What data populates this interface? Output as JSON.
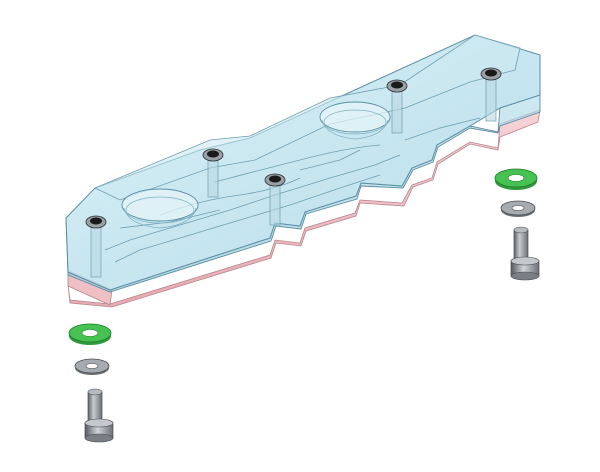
{
  "figure": {
    "kind": "exploded-assembly-render",
    "background_color": "#ffffff",
    "colors": {
      "housing_glass": "#bfe3ee",
      "housing_glass_dark": "#9fcfe0",
      "housing_edge": "#5b8fa3",
      "base_plate": "#f2c9cf",
      "base_plate_side": "#e8b3bb",
      "washer_green": "#3fb34a",
      "washer_green_dark": "#1e7a28",
      "washer_gray": "#8a8f95",
      "screw_gray": "#9aa0a6",
      "screw_dark": "#4a4f55",
      "hole_marker": "#1a1a1a"
    },
    "parts": [
      {
        "id": "housing",
        "icon": "transparent-housing"
      },
      {
        "id": "base-plate",
        "icon": "pink-plate"
      },
      {
        "id": "left-washer-green",
        "icon": "green-washer"
      },
      {
        "id": "left-washer-gray",
        "icon": "gray-washer"
      },
      {
        "id": "left-screw",
        "icon": "socket-head-screw"
      },
      {
        "id": "right-washer-green",
        "icon": "green-washer"
      },
      {
        "id": "right-washer-gray",
        "icon": "gray-washer"
      },
      {
        "id": "right-screw",
        "icon": "socket-head-screw"
      }
    ]
  }
}
